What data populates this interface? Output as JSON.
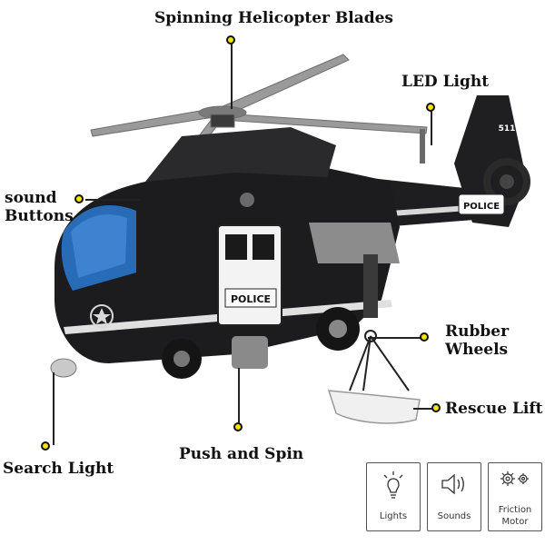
{
  "callouts": {
    "blades": "Spinning Helicopter Blades",
    "led": "LED Light",
    "sound_line1": "sound",
    "sound_line2": "Buttons",
    "wheels_line1": "Rubber",
    "wheels_line2": "Wheels",
    "rescue": "Rescue Lift",
    "search": "Search Light",
    "push": "Push and Spin"
  },
  "product_markings": {
    "door_text": "POLICE",
    "tail_text": "POLICE",
    "tail_number": "511"
  },
  "features": [
    {
      "icon": "lightbulb-icon",
      "label": "Lights"
    },
    {
      "icon": "speaker-icon",
      "label": "Sounds"
    },
    {
      "icon": "gears-icon",
      "label_line1": "Friction",
      "label_line2": "Motor"
    }
  ],
  "colors": {
    "marker_yellow": "#f5e400",
    "helicopter_body": "#1c1c1e",
    "cockpit_blue": "#2a74c8"
  }
}
